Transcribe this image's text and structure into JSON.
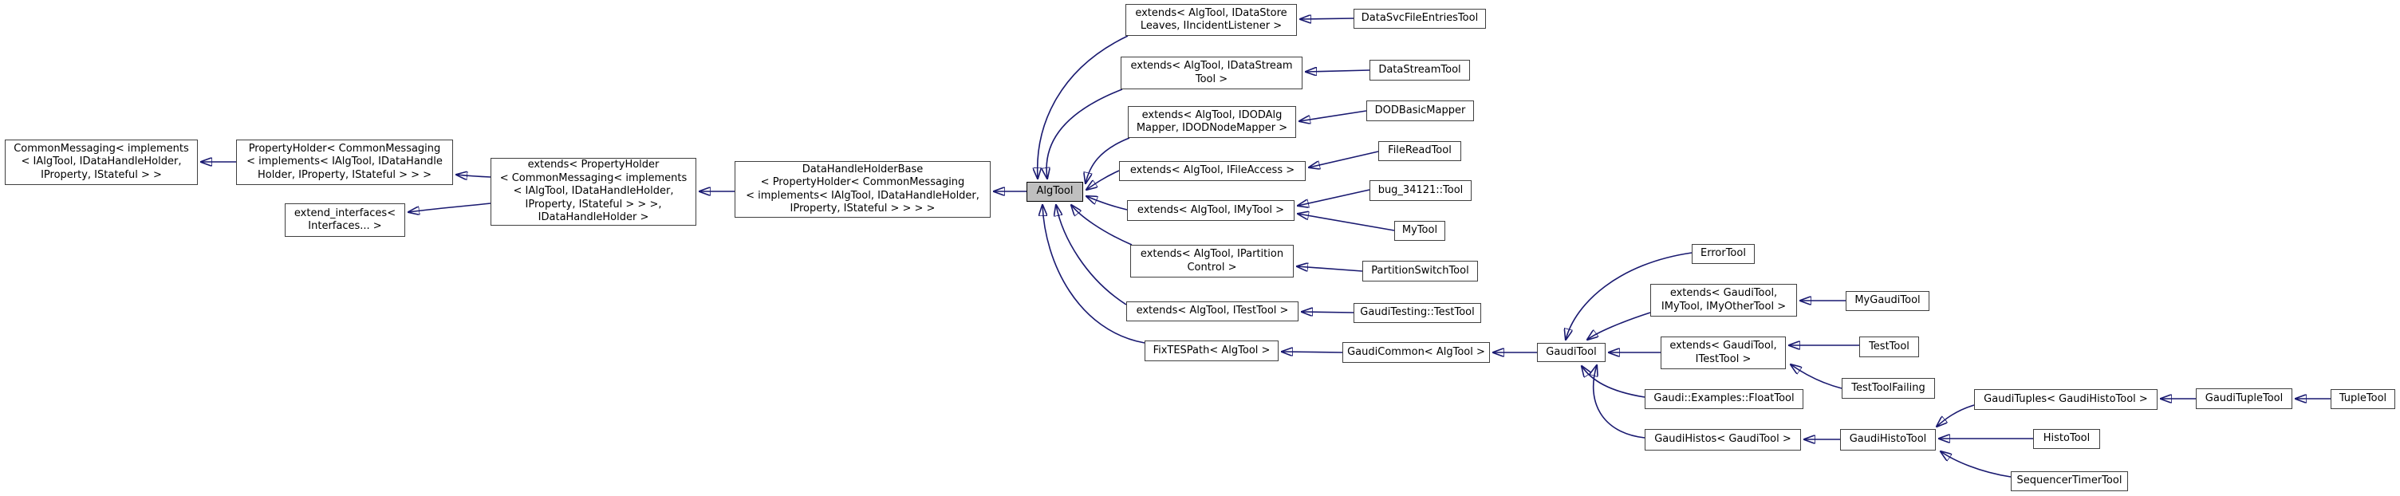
{
  "diagram": {
    "type": "class-inheritance-graph",
    "colors": {
      "background": "#ffffff",
      "edge": "#191970",
      "node_border": "#404040",
      "node_fill": "#ffffff",
      "highlight_node_fill": "#bfbfbf",
      "text": "#000000"
    },
    "nodes": {
      "common_messaging": {
        "lines": [
          "CommonMessaging< implements",
          "< IAlgTool, IDataHandleHolder,",
          "IProperty, IStateful > >"
        ]
      },
      "property_holder": {
        "lines": [
          "PropertyHolder< CommonMessaging",
          "< implements< IAlgTool, IDataHandle",
          "Holder, IProperty, IStateful > > >"
        ]
      },
      "extend_interfaces": {
        "lines": [
          "extend_interfaces<",
          "Interfaces... >"
        ]
      },
      "extends_property_holder": {
        "lines": [
          "extends< PropertyHolder",
          "< CommonMessaging< implements",
          "< IAlgTool, IDataHandleHolder,",
          "IProperty, IStateful > > >,",
          "IDataHandleHolder >"
        ]
      },
      "data_handle_holder_base": {
        "lines": [
          "DataHandleHolderBase",
          "< PropertyHolder< CommonMessaging",
          "< implements< IAlgTool, IDataHandleHolder,",
          "IProperty, IStateful > > > >"
        ]
      },
      "algtool": {
        "lines": [
          "AlgTool"
        ]
      },
      "extends_idatastore": {
        "lines": [
          "extends< AlgTool, IDataStore",
          "Leaves, IIncidentListener >"
        ]
      },
      "datasvcfileentriestool": {
        "lines": [
          "DataSvcFileEntriesTool"
        ]
      },
      "extends_idatastream": {
        "lines": [
          "extends< AlgTool, IDataStream",
          "Tool >"
        ]
      },
      "datastreamtool": {
        "lines": [
          "DataStreamTool"
        ]
      },
      "extends_idod": {
        "lines": [
          "extends< AlgTool, IDODAlg",
          "Mapper, IDODNodeMapper >"
        ]
      },
      "dodbasicmapper": {
        "lines": [
          "DODBasicMapper"
        ]
      },
      "filereadtool": {
        "lines": [
          "FileReadTool"
        ]
      },
      "extends_ifileaccess": {
        "lines": [
          "extends< AlgTool, IFileAccess >"
        ]
      },
      "bug34121tool": {
        "lines": [
          "bug_34121::Tool"
        ]
      },
      "extends_imytool": {
        "lines": [
          "extends< AlgTool, IMyTool >"
        ]
      },
      "mytool": {
        "lines": [
          "MyTool"
        ]
      },
      "extends_ipartition": {
        "lines": [
          "extends< AlgTool, IPartition",
          "Control >"
        ]
      },
      "partitionswitchtool": {
        "lines": [
          "PartitionSwitchTool"
        ]
      },
      "extends_itesttool": {
        "lines": [
          "extends< AlgTool, ITestTool >"
        ]
      },
      "gauditesting_testtool": {
        "lines": [
          "GaudiTesting::TestTool"
        ]
      },
      "fixtespath": {
        "lines": [
          "FixTESPath< AlgTool >"
        ]
      },
      "gaudicommon": {
        "lines": [
          "GaudiCommon< AlgTool >"
        ]
      },
      "gauditool": {
        "lines": [
          "GaudiTool"
        ]
      },
      "errortool": {
        "lines": [
          "ErrorTool"
        ]
      },
      "extends_gauditool_imytool": {
        "lines": [
          "extends< GaudiTool,",
          "IMyTool, IMyOtherTool >"
        ]
      },
      "mygauditool": {
        "lines": [
          "MyGaudiTool"
        ]
      },
      "extends_gauditool_itesttool": {
        "lines": [
          "extends< GaudiTool,",
          "ITestTool >"
        ]
      },
      "testtool": {
        "lines": [
          "TestTool"
        ]
      },
      "testtoolfailing": {
        "lines": [
          "TestToolFailing"
        ]
      },
      "floattool": {
        "lines": [
          "Gaudi::Examples::FloatTool"
        ]
      },
      "gaudihistos": {
        "lines": [
          "GaudiHistos< GaudiTool >"
        ]
      },
      "gaudihistotool": {
        "lines": [
          "GaudiHistoTool"
        ]
      },
      "gaudituples": {
        "lines": [
          "GaudiTuples< GaudiHistoTool >"
        ]
      },
      "gauditupletool": {
        "lines": [
          "GaudiTupleTool"
        ]
      },
      "tupletool": {
        "lines": [
          "TupleTool"
        ]
      },
      "histotool": {
        "lines": [
          "HistoTool"
        ]
      },
      "sequencertimertool": {
        "lines": [
          "SequencerTimerTool"
        ]
      }
    },
    "relationships_derived_to_base": [
      [
        "property_holder",
        "common_messaging"
      ],
      [
        "extends_property_holder",
        "property_holder"
      ],
      [
        "extends_property_holder",
        "extend_interfaces"
      ],
      [
        "data_handle_holder_base",
        "extends_property_holder"
      ],
      [
        "algtool",
        "data_handle_holder_base"
      ],
      [
        "extends_idatastore",
        "algtool"
      ],
      [
        "extends_idatastream",
        "algtool"
      ],
      [
        "extends_idod",
        "algtool"
      ],
      [
        "extends_ifileaccess",
        "algtool"
      ],
      [
        "extends_imytool",
        "algtool"
      ],
      [
        "extends_ipartition",
        "algtool"
      ],
      [
        "extends_itesttool",
        "algtool"
      ],
      [
        "fixtespath",
        "algtool"
      ],
      [
        "datasvcfileentriestool",
        "extends_idatastore"
      ],
      [
        "datastreamtool",
        "extends_idatastream"
      ],
      [
        "dodbasicmapper",
        "extends_idod"
      ],
      [
        "filereadtool",
        "extends_ifileaccess"
      ],
      [
        "bug34121tool",
        "extends_imytool"
      ],
      [
        "mytool",
        "extends_imytool"
      ],
      [
        "partitionswitchtool",
        "extends_ipartition"
      ],
      [
        "gauditesting_testtool",
        "extends_itesttool"
      ],
      [
        "gaudicommon",
        "fixtespath"
      ],
      [
        "gauditool",
        "gaudicommon"
      ],
      [
        "errortool",
        "gauditool"
      ],
      [
        "extends_gauditool_imytool",
        "gauditool"
      ],
      [
        "mygauditool",
        "extends_gauditool_imytool"
      ],
      [
        "extends_gauditool_itesttool",
        "gauditool"
      ],
      [
        "testtool",
        "extends_gauditool_itesttool"
      ],
      [
        "testtoolfailing",
        "extends_gauditool_itesttool"
      ],
      [
        "floattool",
        "gauditool"
      ],
      [
        "gaudihistos",
        "gauditool"
      ],
      [
        "gaudihistotool",
        "gaudihistos"
      ],
      [
        "gaudituples",
        "gaudihistotool"
      ],
      [
        "gauditupletool",
        "gaudituples"
      ],
      [
        "tupletool",
        "gauditupletool"
      ],
      [
        "histotool",
        "gaudihistotool"
      ],
      [
        "sequencertimertool",
        "gaudihistotool"
      ]
    ]
  }
}
